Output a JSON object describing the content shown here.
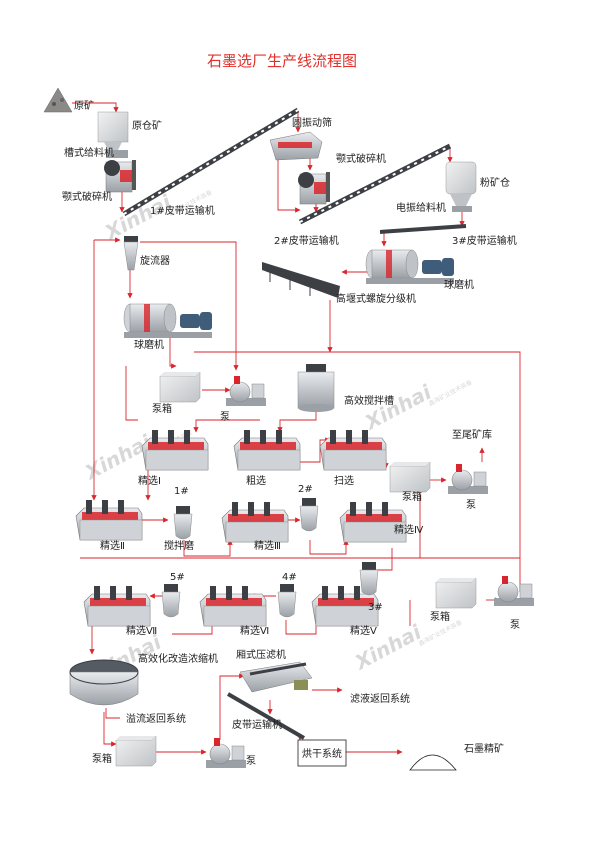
{
  "title": "石墨选厂生产线流程图",
  "watermark": {
    "brand": "Xinhai",
    "sub": "鑫海矿业技术装备"
  },
  "labels": {
    "raw_ore": "原矿",
    "raw_bin": "原仓矿",
    "trough_feeder": "槽式给料机",
    "jaw1": "颚式破碎机",
    "belt1": "1#皮带运输机",
    "circ_screen": "圆振动筛",
    "jaw2": "颚式破碎机",
    "powder_bin": "粉矿仓",
    "vib_feeder": "电振给料机",
    "belt2": "2#皮带运输机",
    "belt3": "3#皮带运输机",
    "cyclone": "旋流器",
    "ball_mill_top": "球磨机",
    "classifier": "高堰式螺旋分级机",
    "ball_mill_left": "球磨机",
    "pump_box1": "泵箱",
    "pump1": "泵",
    "agitator": "高效搅拌槽",
    "clean1": "精选Ⅰ",
    "rougher": "粗选",
    "scav": "扫选",
    "tailings": "至尾矿库",
    "pump_box2": "泵箱",
    "pump2": "泵",
    "clean2": "精选Ⅱ",
    "grind1_no": "1#",
    "grind1": "搅拌磨",
    "clean3": "精选Ⅲ",
    "grind2_no": "2#",
    "clean4": "精选Ⅳ",
    "grind5_no": "5#",
    "grind4_no": "4#",
    "grind3_no": "3#",
    "pump_box3": "泵箱",
    "pump3": "泵",
    "clean7": "精选Ⅶ",
    "clean6": "精选Ⅵ",
    "clean5": "精选Ⅴ",
    "thickener": "高效化改造浓缩机",
    "filter_press": "厢式压滤机",
    "filtrate": "滤液返回系统",
    "overflow": "溢流返回系统",
    "belt_conv": "皮带运输机",
    "pump_box4": "泵箱",
    "pump4": "泵",
    "dryer": "烘干系统",
    "product": "石墨精矿"
  },
  "colors": {
    "flow": "#d9262c",
    "title": "#e0312c",
    "machine": "#9aa0a6",
    "dark": "#3c3f44",
    "motor": "#3f5d7a"
  }
}
